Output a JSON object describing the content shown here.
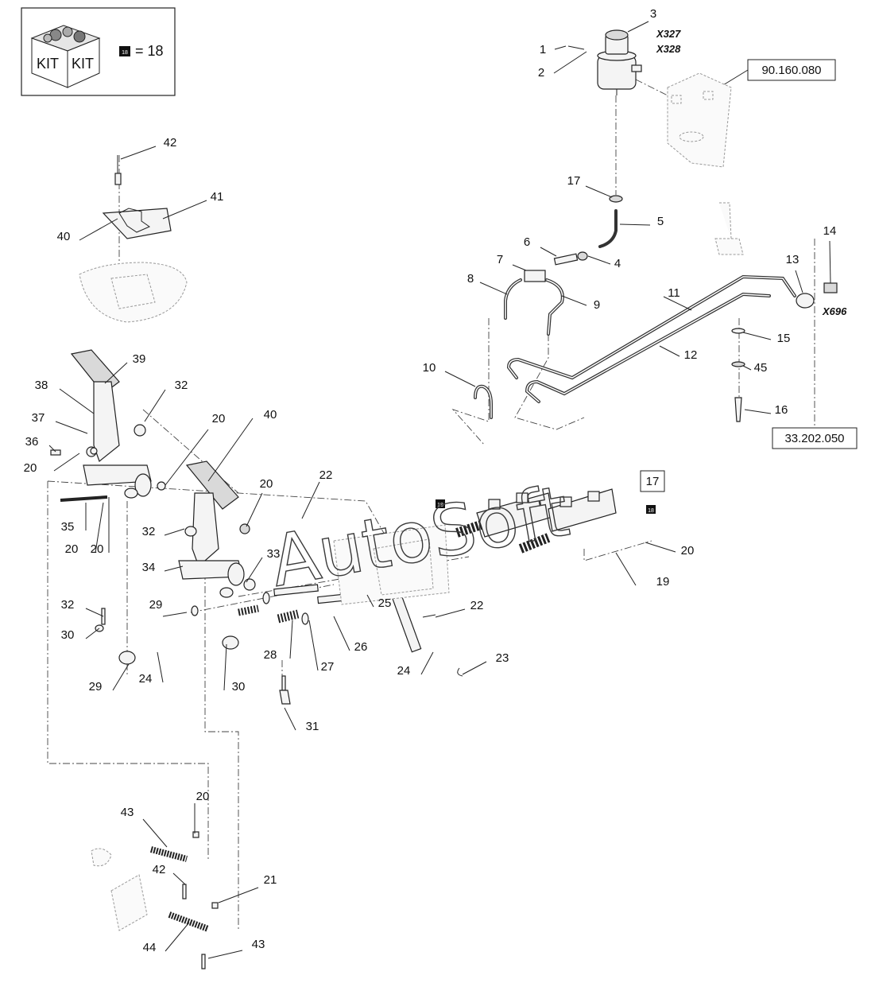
{
  "kit": {
    "count_text": "= 18",
    "box_label_left": "KIT",
    "box_label_right": "KIT",
    "badge": "18"
  },
  "references": {
    "ref_top": "90.160.080",
    "ref_mid": "33.202.050",
    "ref_17": "17"
  },
  "connectors": {
    "x327": "X327",
    "x328": "X328",
    "x696": "X696"
  },
  "watermark": "AutoSoft",
  "badges": {
    "b1": "18",
    "b2": "18"
  },
  "callouts": [
    "1",
    "2",
    "3",
    "4",
    "5",
    "6",
    "7",
    "8",
    "9",
    "10",
    "11",
    "12",
    "13",
    "14",
    "15",
    "16",
    "19",
    "20",
    "20",
    "20",
    "20",
    "20",
    "20",
    "20",
    "21",
    "22",
    "22",
    "23",
    "24",
    "24",
    "25",
    "26",
    "27",
    "28",
    "29",
    "29",
    "30",
    "30",
    "31",
    "32",
    "32",
    "32",
    "33",
    "34",
    "35",
    "36",
    "37",
    "38",
    "39",
    "40",
    "40",
    "41",
    "42",
    "42",
    "43",
    "43",
    "44",
    "45",
    "17"
  ]
}
